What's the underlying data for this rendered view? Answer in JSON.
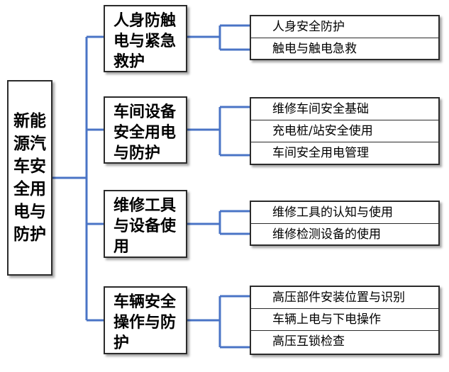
{
  "root": {
    "label": "新能源汽车安全用电与防护"
  },
  "categories": [
    {
      "label": "人身防触电与紧急救护",
      "items": [
        "人身安全防护",
        "触电与触电急救"
      ]
    },
    {
      "label": "车间设备安全用电与防护",
      "items": [
        "维修车间安全基础",
        "充电桩/站安全使用",
        "车间安全用电管理"
      ]
    },
    {
      "label": "维修工具与设备使用",
      "items": [
        "维修工具的认知与使用",
        "维修检测设备的使用"
      ]
    },
    {
      "label": "车辆安全操作与防护",
      "items": [
        "高压部件安装位置与识别",
        "车辆上电与下电操作",
        "高压互锁检查"
      ]
    }
  ],
  "colors": {
    "connector": "#4a74c6",
    "border": "#2b2b2b"
  }
}
